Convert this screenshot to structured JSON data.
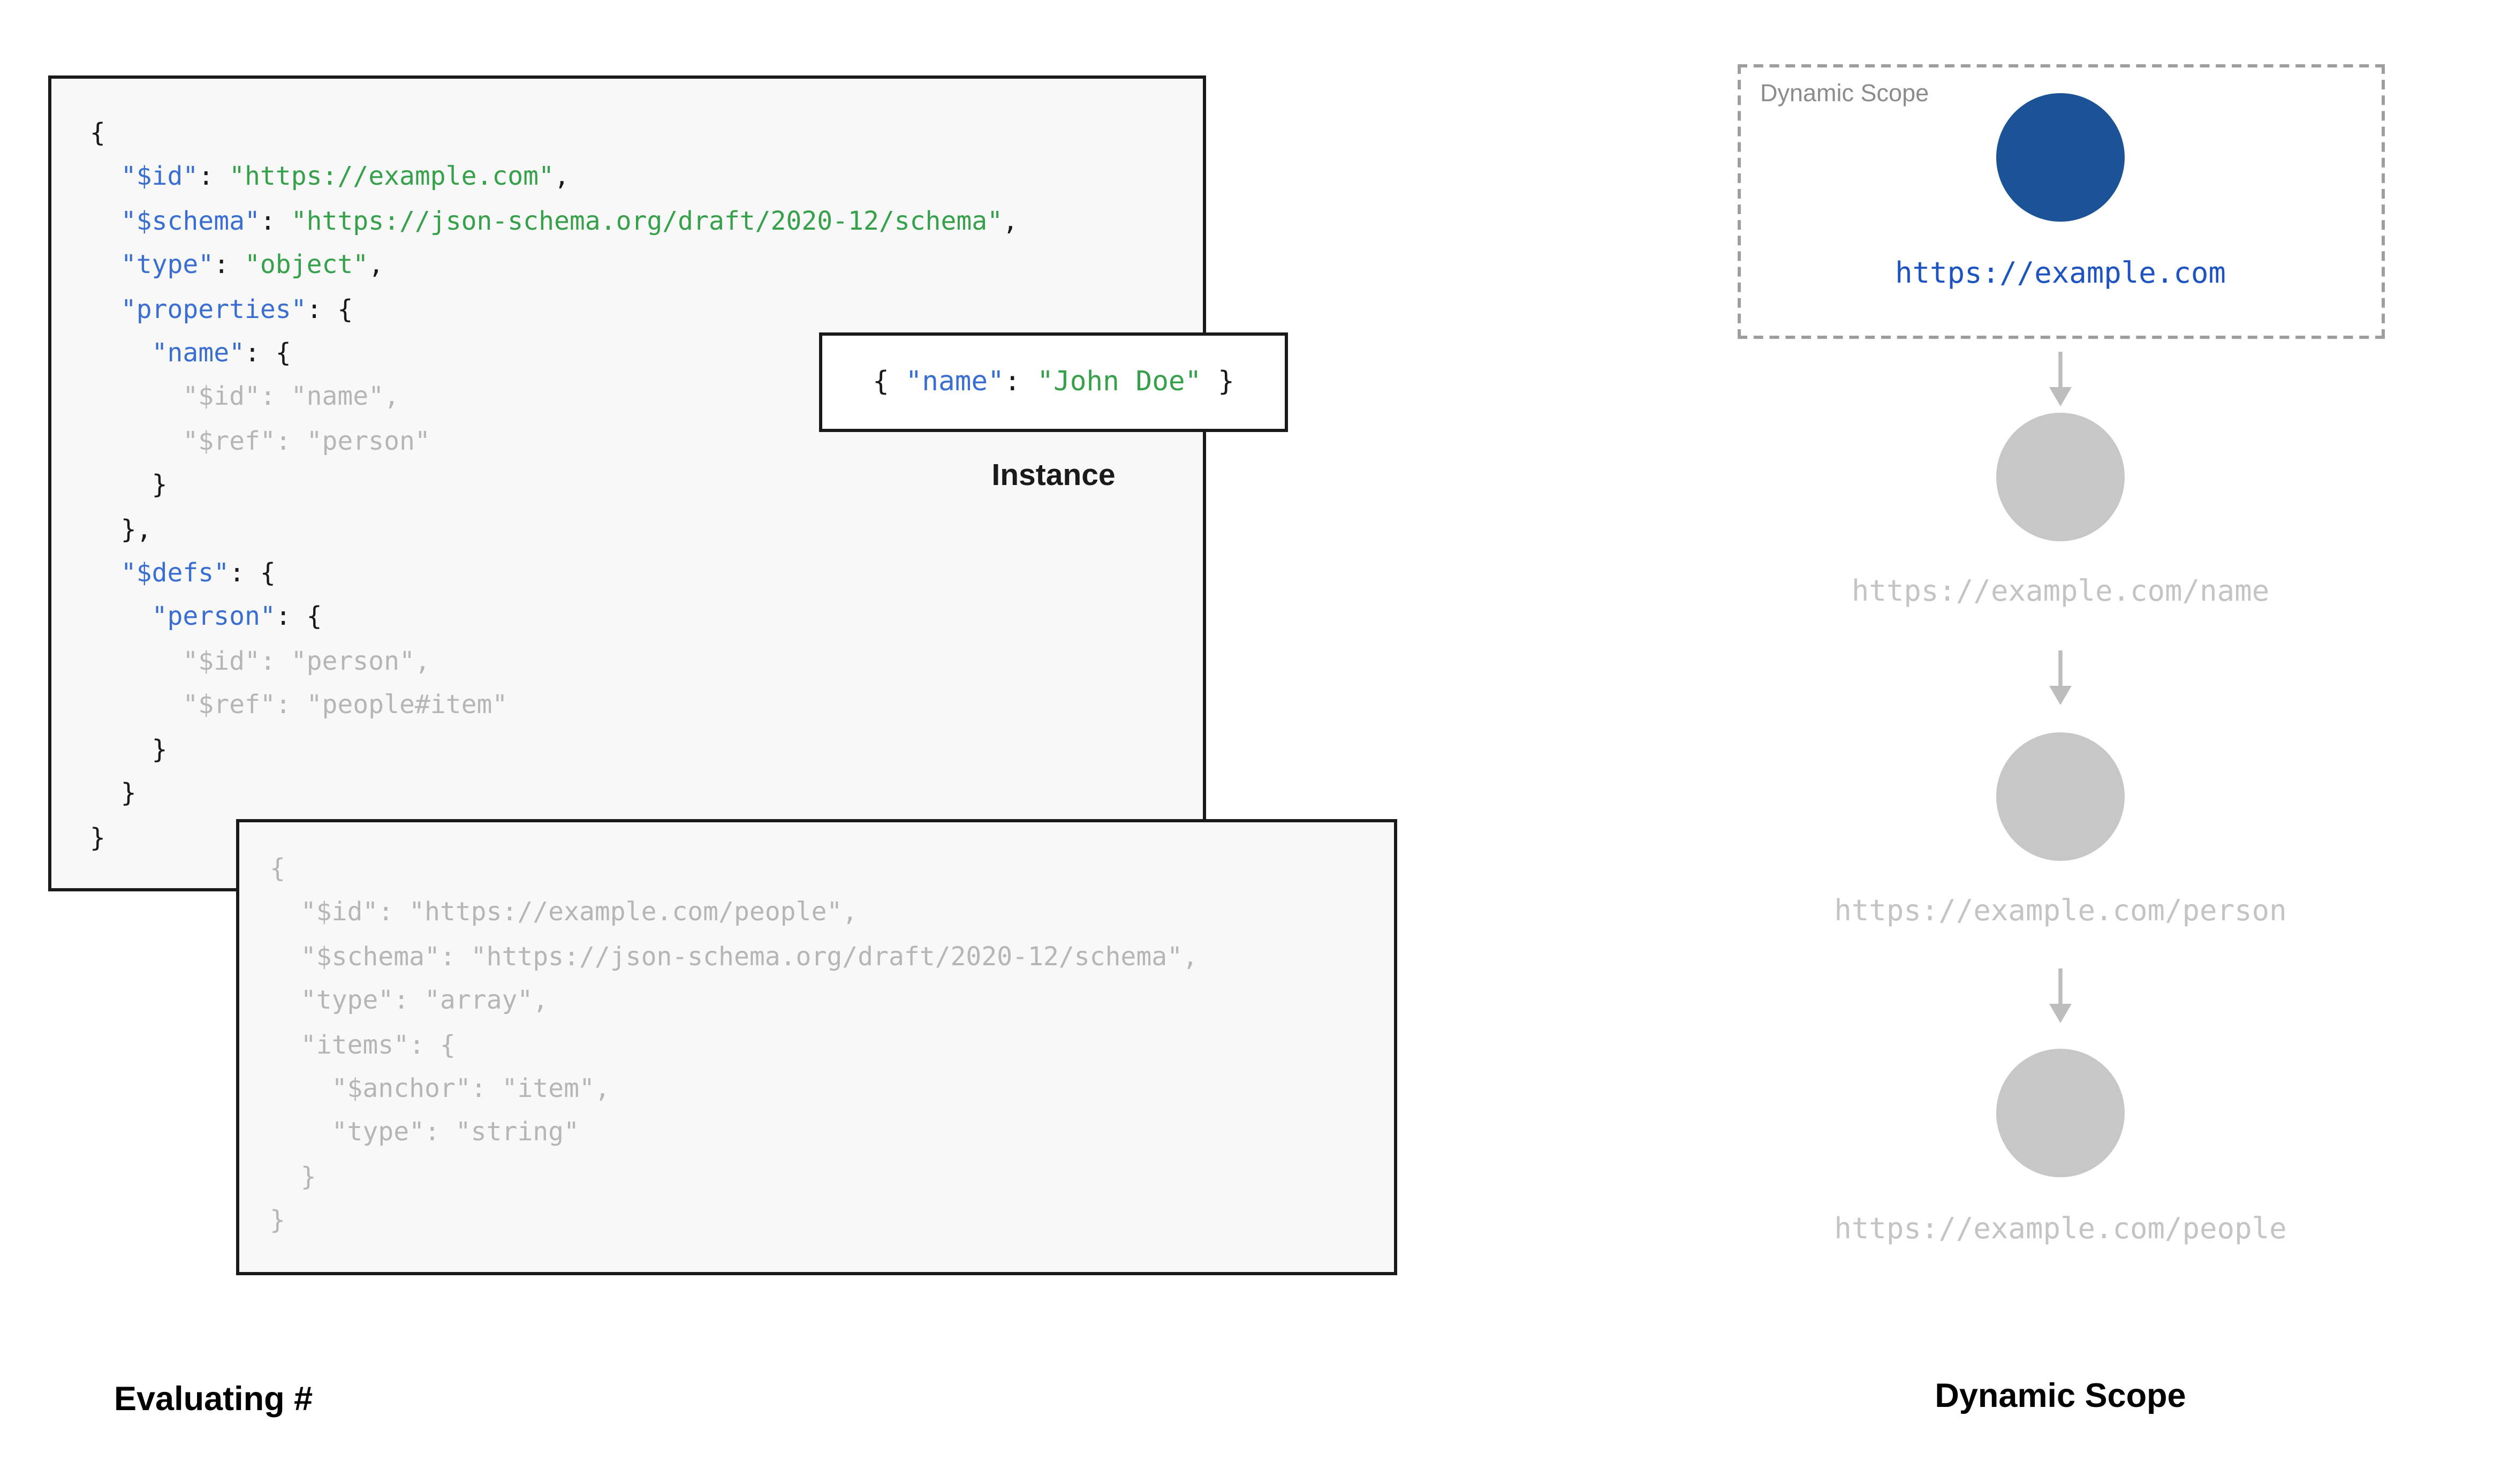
{
  "colors": {
    "punct": "#1a1a1a",
    "key": "#3a6fd1",
    "val": "#36a04a",
    "muted": "#b6b6b6",
    "node_active": "#1c5396",
    "node_inactive": "#c7c7c7",
    "url_active": "#1d54c0",
    "url_inactive": "#c4c4c4",
    "arrow": "#bdbdbd",
    "box_bg": "#f8f8f8",
    "border": "#1a1a1a"
  },
  "left_panel": {
    "caption": "Evaluating #",
    "root_schema_lines": [
      [
        [
          "p",
          "{"
        ]
      ],
      [
        [
          "p",
          "  "
        ],
        [
          "k",
          "\"$id\""
        ],
        [
          "p",
          ": "
        ],
        [
          "v",
          "\"https://example.com\""
        ],
        [
          "p",
          ","
        ]
      ],
      [
        [
          "p",
          "  "
        ],
        [
          "k",
          "\"$schema\""
        ],
        [
          "p",
          ": "
        ],
        [
          "v",
          "\"https://json-schema.org/draft/2020-12/schema\""
        ],
        [
          "p",
          ","
        ]
      ],
      [
        [
          "p",
          "  "
        ],
        [
          "k",
          "\"type\""
        ],
        [
          "p",
          ": "
        ],
        [
          "v",
          "\"object\""
        ],
        [
          "p",
          ","
        ]
      ],
      [
        [
          "p",
          "  "
        ],
        [
          "k",
          "\"properties\""
        ],
        [
          "p",
          ": {"
        ]
      ],
      [
        [
          "p",
          "    "
        ],
        [
          "k",
          "\"name\""
        ],
        [
          "p",
          ": {"
        ]
      ],
      [
        [
          "g",
          "      \"$id\": \"name\","
        ]
      ],
      [
        [
          "g",
          "      \"$ref\": \"person\""
        ]
      ],
      [
        [
          "p",
          "    }"
        ]
      ],
      [
        [
          "p",
          "  },"
        ]
      ],
      [
        [
          "p",
          "  "
        ],
        [
          "k",
          "\"$defs\""
        ],
        [
          "p",
          ": {"
        ]
      ],
      [
        [
          "p",
          "    "
        ],
        [
          "k",
          "\"person\""
        ],
        [
          "p",
          ": {"
        ]
      ],
      [
        [
          "g",
          "      \"$id\": \"person\","
        ]
      ],
      [
        [
          "g",
          "      \"$ref\": \"people#item\""
        ]
      ],
      [
        [
          "p",
          "    }"
        ]
      ],
      [
        [
          "p",
          "  }"
        ]
      ],
      [
        [
          "p",
          "}"
        ]
      ]
    ],
    "people_schema_lines": [
      [
        [
          "g",
          "{"
        ]
      ],
      [
        [
          "g",
          "  \"$id\": \"https://example.com/people\","
        ]
      ],
      [
        [
          "g",
          "  \"$schema\": \"https://json-schema.org/draft/2020-12/schema\","
        ]
      ],
      [
        [
          "g",
          "  \"type\": \"array\","
        ]
      ],
      [
        [
          "g",
          "  \"items\": {"
        ]
      ],
      [
        [
          "g",
          "    \"$anchor\": \"item\","
        ]
      ],
      [
        [
          "g",
          "    \"type\": \"string\""
        ]
      ],
      [
        [
          "g",
          "  }"
        ]
      ],
      [
        [
          "g",
          "}"
        ]
      ]
    ],
    "instance": {
      "label": "Instance",
      "lines": [
        [
          [
            "p",
            "{ "
          ],
          [
            "k",
            "\"name\""
          ],
          [
            "p",
            ": "
          ],
          [
            "v",
            "\"John Doe\""
          ],
          [
            "p",
            " }"
          ]
        ]
      ]
    }
  },
  "right_panel": {
    "caption": "Dynamic Scope",
    "scope_box_label": "Dynamic Scope",
    "nodes": [
      {
        "label": "https://example.com",
        "state": "active"
      },
      {
        "label": "https://example.com/name",
        "state": "inactive"
      },
      {
        "label": "https://example.com/person",
        "state": "inactive"
      },
      {
        "label": "https://example.com/people",
        "state": "inactive"
      }
    ]
  }
}
